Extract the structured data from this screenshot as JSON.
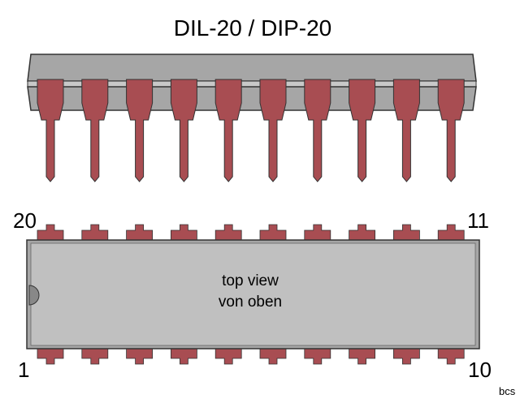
{
  "title": "DIL-20 / DIP-20",
  "pin_count": 20,
  "labels": {
    "pin20": "20",
    "pin11": "11",
    "pin1": "1",
    "pin10": "10"
  },
  "body_text": {
    "line1": "top view",
    "line2": "von oben"
  },
  "credit": "bcs",
  "colors": {
    "pin": "#a84d52",
    "body_top": "#c0c0c0",
    "body_side": "#a6a6a6",
    "outline": "#333333"
  }
}
